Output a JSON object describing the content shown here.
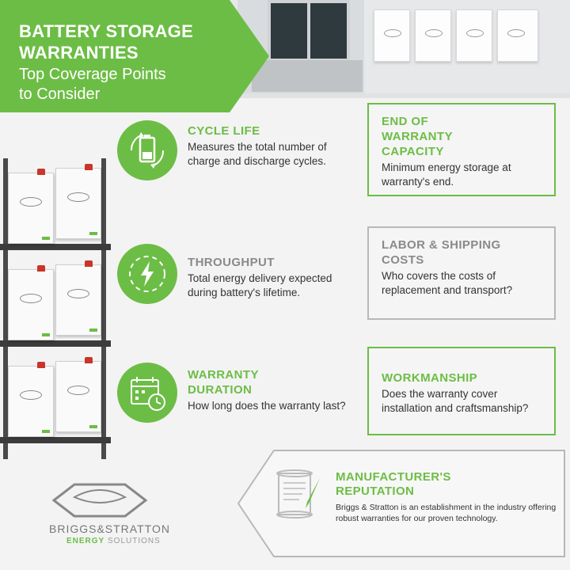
{
  "banner": {
    "title_line1": "BATTERY STORAGE",
    "title_line2": "WARRANTIES",
    "subtitle_line1": "Top Coverage Points",
    "subtitle_line2": "to Consider"
  },
  "left_items": [
    {
      "icon": "battery-cycle-icon",
      "title": "CYCLE LIFE",
      "desc": "Measures the total number of charge and discharge cycles."
    },
    {
      "icon": "lightning-bolt-icon",
      "title": "THROUGHPUT",
      "desc": "Total energy delivery expected during battery's lifetime."
    },
    {
      "icon": "calendar-clock-icon",
      "title_line1": "WARRANTY",
      "title_line2": "DURATION",
      "desc": "How long does the warranty last?"
    }
  ],
  "right_boxes": [
    {
      "title_line1": "END OF",
      "title_line2": "WARRANTY",
      "title_line3": "CAPACITY",
      "desc": "Minimum energy storage at warranty's end."
    },
    {
      "title_line1": "LABOR & SHIPPING",
      "title_line2": "COSTS",
      "desc": "Who covers the costs of replacement and transport?"
    },
    {
      "title": "WORKMANSHIP",
      "desc": "Does the warranty cover installation and craftsmanship?"
    }
  ],
  "reputation": {
    "icon": "scroll-quill-icon",
    "title_line1": "MANUFACTURER'S",
    "title_line2": "REPUTATION",
    "desc": "Briggs & Stratton is an establishment in the industry offering robust warranties for our proven technology."
  },
  "brand": {
    "name": "BRIGGS&STRATTON",
    "sub_energy": "ENERGY",
    "sub_solutions": "SOLUTIONS"
  },
  "colors": {
    "green": "#6cbd45",
    "gray_text": "#8a8a8a",
    "gray_border": "#b8b8b8"
  }
}
